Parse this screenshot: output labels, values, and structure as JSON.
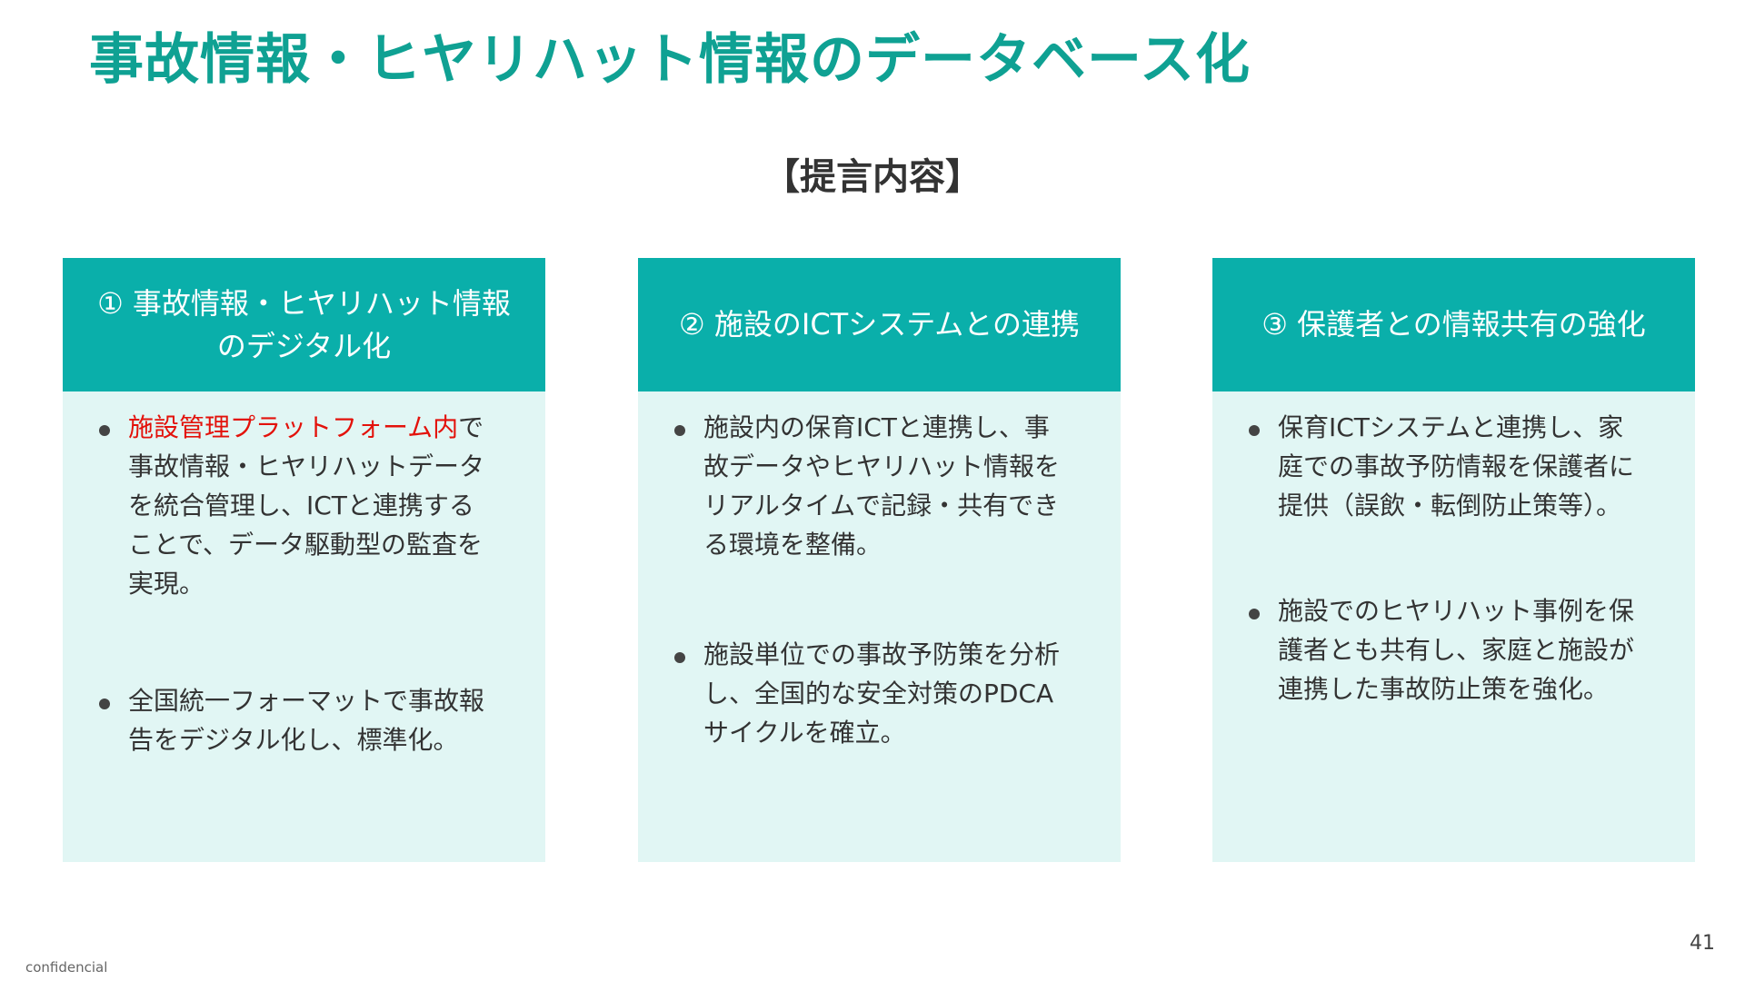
{
  "slide": {
    "title": "事故情報・ヒヤリハット情報のデータベース化",
    "subtitle": "【提言内容】"
  },
  "cards": [
    {
      "header_line1": "① 事故情報・ヒヤリハット情報",
      "header_line2": "のデジタル化",
      "bullets": [
        {
          "highlight": "施設管理プラットフォーム内",
          "text": "で事故情報・ヒヤリハットデータを統合管理し、ICTと連携することで、データ駆動型の監査を実現。"
        },
        {
          "text": "全国統一フォーマットで事故報告をデジタル化し、標準化。"
        }
      ]
    },
    {
      "header": "② 施設のICTシステムとの連携",
      "bullets": [
        {
          "text": "施設内の保育ICTと連携し、事故データやヒヤリハット情報をリアルタイムで記録・共有できる環境を整備。"
        },
        {
          "text": "施設単位での事故予防策を分析し、全国的な安全対策のPDCAサイクルを確立。"
        }
      ]
    },
    {
      "header": "③ 保護者との情報共有の強化",
      "bullets": [
        {
          "text": "保育ICTシステムと連携し、家庭での事故予防情報を保護者に提供（誤飲・転倒防止策等）。"
        },
        {
          "text": "施設でのヒヤリハット事例を保護者とも共有し、家庭と施設が連携した事故防止策を強化。"
        }
      ]
    }
  ],
  "footer": {
    "confidential": "confidencial",
    "page_number": "41"
  },
  "colors": {
    "title": "#0fa193",
    "card_header": "#0aafaa",
    "card_body": "#e1f6f4",
    "highlight": "#e3120b"
  }
}
